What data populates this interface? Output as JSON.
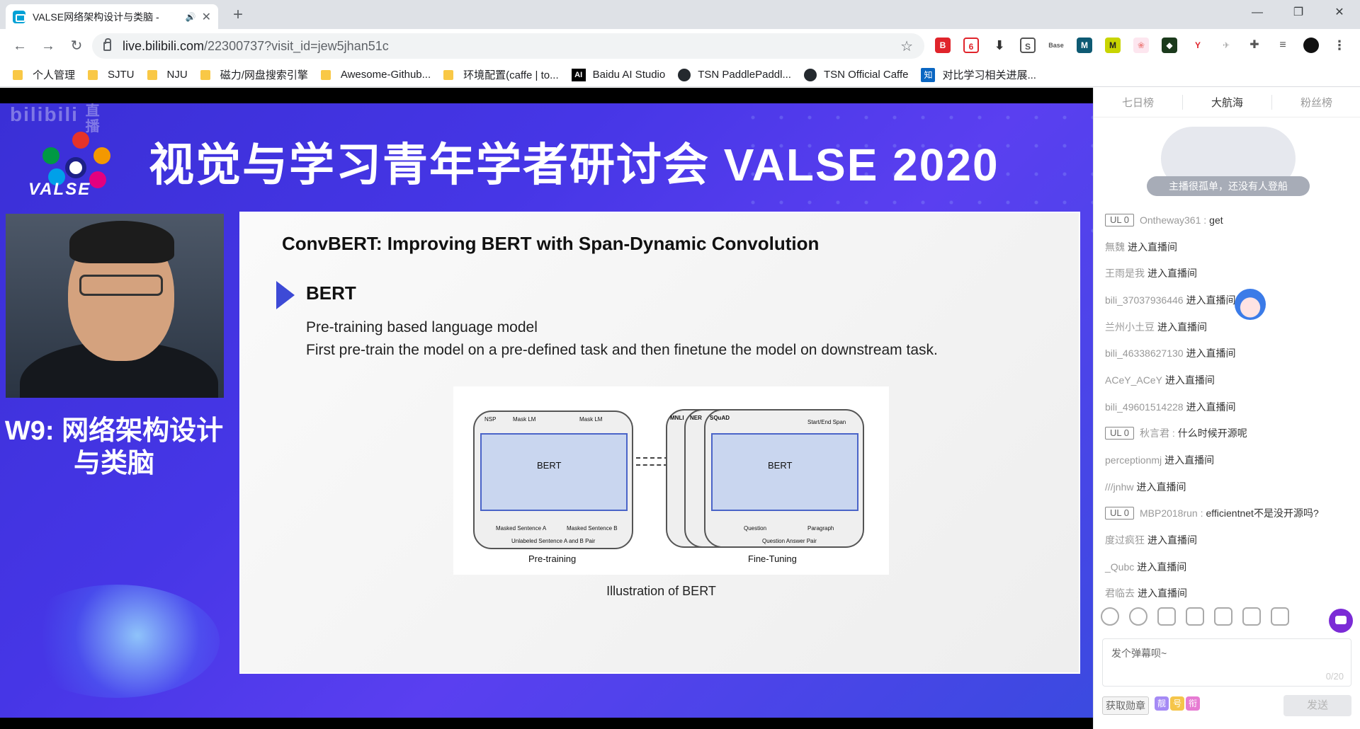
{
  "browser": {
    "tab_title": "VALSE网络架构设计与类脑 -",
    "url_host": "live.bilibili.com",
    "url_rest": "/22300737?visit_id=jew5jhan51c",
    "bookmarks": [
      {
        "icon": "folder-icon",
        "label": "个人管理"
      },
      {
        "icon": "folder-icon",
        "label": "SJTU"
      },
      {
        "icon": "folder-icon",
        "label": "NJU"
      },
      {
        "icon": "folder-icon",
        "label": "磁力/网盘搜索引擎"
      },
      {
        "icon": "folder-icon",
        "label": "Awesome-Github..."
      },
      {
        "icon": "folder-icon",
        "label": "环境配置(caffe | to..."
      },
      {
        "icon": "baidu-ai-icon",
        "label": "Baidu AI Studio"
      },
      {
        "icon": "github-icon",
        "label": "TSN PaddlePaddl..."
      },
      {
        "icon": "github-icon",
        "label": "TSN Official Caffe"
      },
      {
        "icon": "zhihu-icon",
        "label": "对比学习相关进展..."
      }
    ]
  },
  "video": {
    "watermark": "bilibili",
    "watermark_sub": "直播",
    "logo_text": "VALSE",
    "banner": "视觉与学习青年学者研讨会 VALSE 2020",
    "session": "W9: 网络架构设计与类脑",
    "slide": {
      "title": "ConvBERT: Improving BERT with Span-Dynamic Convolution",
      "bullet": "BERT",
      "line1": "Pre-training based language model",
      "line2": "First pre-train the model on a pre-defined task and then finetune the model on downstream task.",
      "caption": "Illustration of BERT",
      "fig_pretrain": "Pre-training",
      "fig_finetune": "Fine-Tuning",
      "fig_bert": "BERT",
      "fig_nsp": "NSP",
      "fig_masklm": "Mask LM",
      "fig_masklm2": "Mask LM",
      "fig_mnli": "MNLI",
      "fig_ner": "NER",
      "fig_squad": "SQuAD",
      "fig_startend": "Start/End Span",
      "fig_sentA": "Masked Sentence A",
      "fig_sentB": "Masked Sentence B",
      "fig_pair": "Unlabeled Sentence A and B Pair",
      "fig_question": "Question",
      "fig_paragraph": "Paragraph",
      "fig_qapair": "Question Answer Pair"
    }
  },
  "sidebar": {
    "tabs": [
      "七日榜",
      "大航海",
      "粉丝榜"
    ],
    "active_tab": "大航海",
    "empty_text": "主播很孤单，还没有人登船",
    "messages": [
      {
        "badge": "UL 0",
        "user": "Ontheway361 :",
        "text": "get"
      },
      {
        "badge": "",
        "user": "無魏",
        "text": "进入直播间"
      },
      {
        "badge": "",
        "user": "王雨是我",
        "text": "进入直播间"
      },
      {
        "badge": "",
        "user": "bili_37037936446",
        "text": "进入直播间"
      },
      {
        "badge": "",
        "user": "兰州小土豆",
        "text": "进入直播间"
      },
      {
        "badge": "",
        "user": "bili_46338627130",
        "text": "进入直播间"
      },
      {
        "badge": "",
        "user": "ACeY_ACeY",
        "text": "进入直播间"
      },
      {
        "badge": "",
        "user": "bili_49601514228",
        "text": "进入直播间"
      },
      {
        "badge": "UL 0",
        "user": "秋言君 :",
        "text": "什么时候开源呢"
      },
      {
        "badge": "",
        "user": "perceptionmj",
        "text": "进入直播间"
      },
      {
        "badge": "",
        "user": "///jnhw",
        "text": "进入直播间"
      },
      {
        "badge": "UL 0",
        "user": "MBP2018run :",
        "text": "efficientnet不是没开源吗?"
      },
      {
        "badge": "",
        "user": "度过疯狂",
        "text": "进入直播间"
      },
      {
        "badge": "",
        "user": "_Qubc",
        "text": "进入直播间"
      },
      {
        "badge": "",
        "user": "君临去",
        "text": "进入直播间"
      }
    ],
    "input_placeholder": "发个弹幕呗~",
    "char_count": "0/20",
    "get_badge": "获取勋章",
    "mini_badges": [
      "靓",
      "号",
      "衔"
    ],
    "send_label": "发送"
  }
}
